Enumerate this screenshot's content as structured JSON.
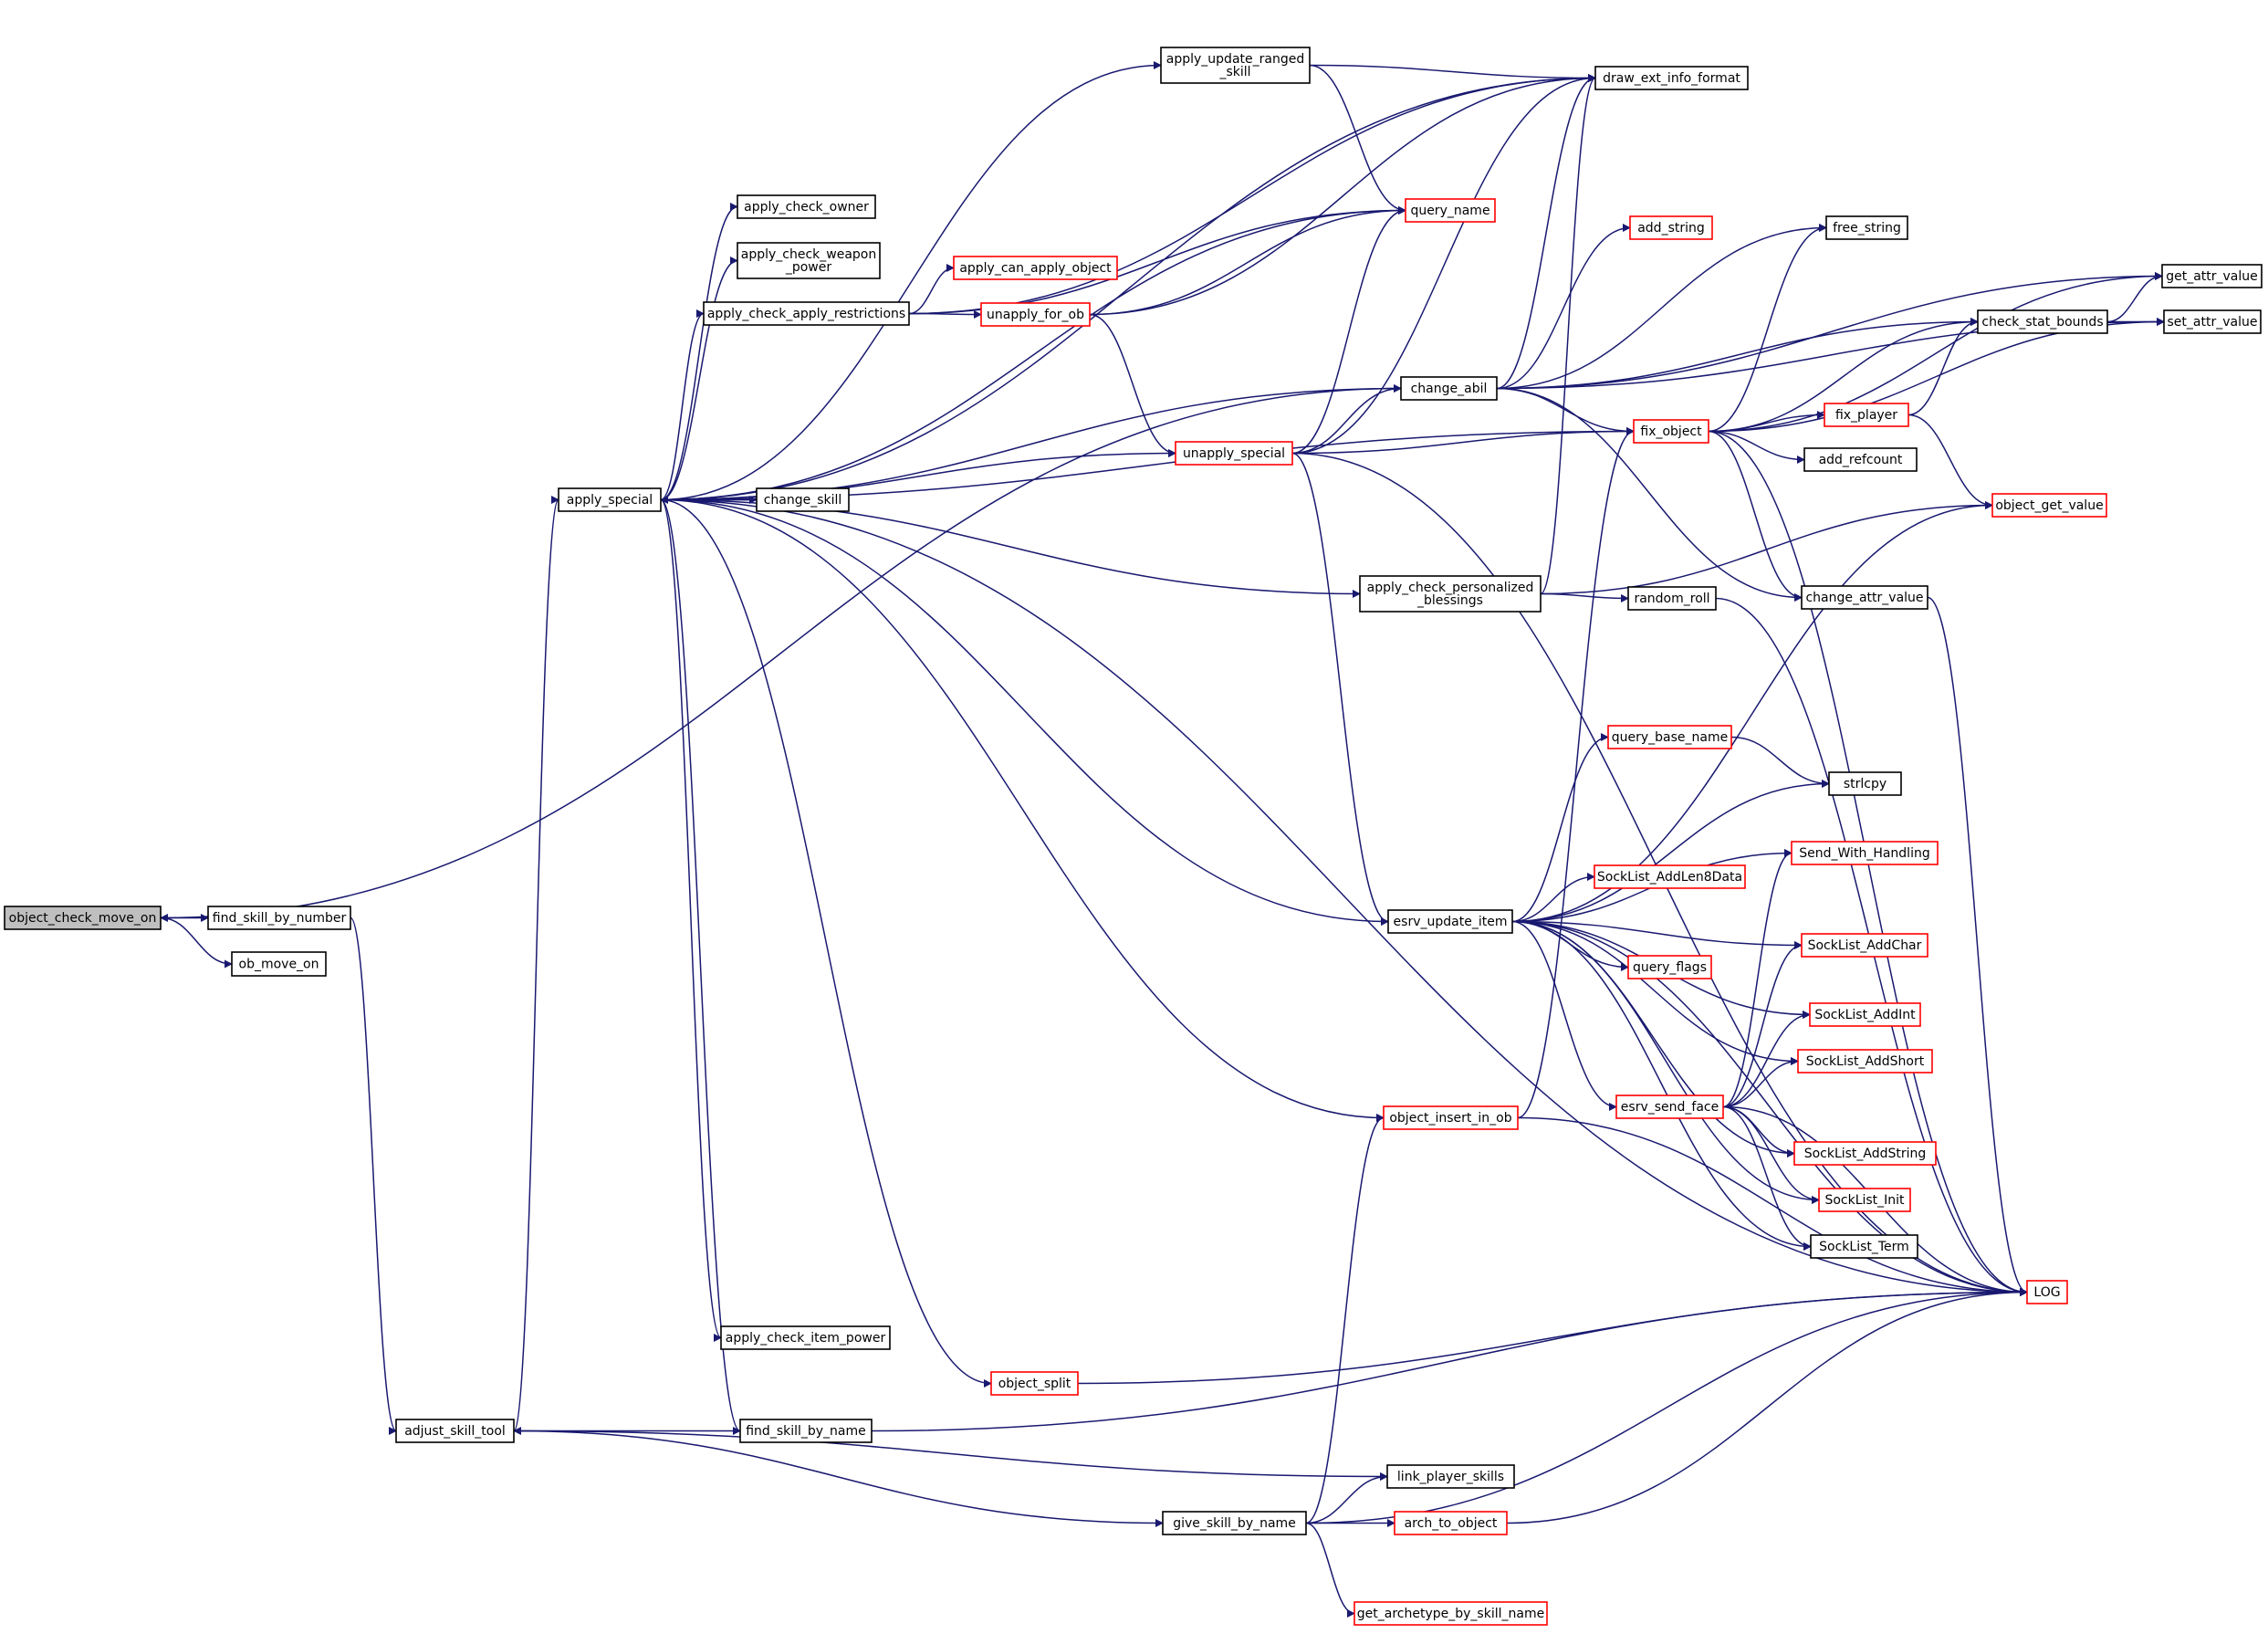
{
  "diagram": {
    "type": "call-graph",
    "colors": {
      "edge": "#191970",
      "node_border_documented": "#000000",
      "node_border_truncated": "#ff0000",
      "node_fill": "#ffffff",
      "node_fill_root": "#bfbfbf"
    },
    "nodes": [
      {
        "id": "object_check_move_on",
        "lines": [
          "object_check_move_on"
        ],
        "style": "root"
      },
      {
        "id": "find_skill_by_number",
        "lines": [
          "find_skill_by_number"
        ],
        "style": "normal"
      },
      {
        "id": "ob_move_on",
        "lines": [
          "ob_move_on"
        ],
        "style": "normal"
      },
      {
        "id": "adjust_skill_tool",
        "lines": [
          "adjust_skill_tool"
        ],
        "style": "normal"
      },
      {
        "id": "apply_special",
        "lines": [
          "apply_special"
        ],
        "style": "normal"
      },
      {
        "id": "apply_update_ranged_skill",
        "lines": [
          "apply_update_ranged",
          "_skill"
        ],
        "style": "normal"
      },
      {
        "id": "apply_check_owner",
        "lines": [
          "apply_check_owner"
        ],
        "style": "normal"
      },
      {
        "id": "apply_check_weapon_power",
        "lines": [
          "apply_check_weapon",
          "_power"
        ],
        "style": "normal"
      },
      {
        "id": "apply_check_apply_restrictions",
        "lines": [
          "apply_check_apply_restrictions"
        ],
        "style": "normal"
      },
      {
        "id": "change_skill",
        "lines": [
          "change_skill"
        ],
        "style": "normal"
      },
      {
        "id": "apply_check_item_power",
        "lines": [
          "apply_check_item_power"
        ],
        "style": "normal"
      },
      {
        "id": "find_skill_by_name",
        "lines": [
          "find_skill_by_name"
        ],
        "style": "normal"
      },
      {
        "id": "object_split",
        "lines": [
          "object_split"
        ],
        "style": "truncated"
      },
      {
        "id": "apply_can_apply_object",
        "lines": [
          "apply_can_apply_object"
        ],
        "style": "truncated"
      },
      {
        "id": "unapply_for_ob",
        "lines": [
          "unapply_for_ob"
        ],
        "style": "truncated"
      },
      {
        "id": "unapply_special",
        "lines": [
          "unapply_special"
        ],
        "style": "truncated"
      },
      {
        "id": "draw_ext_info_format",
        "lines": [
          "draw_ext_info_format"
        ],
        "style": "normal"
      },
      {
        "id": "query_name",
        "lines": [
          "query_name"
        ],
        "style": "truncated"
      },
      {
        "id": "change_abil",
        "lines": [
          "change_abil"
        ],
        "style": "normal"
      },
      {
        "id": "apply_check_personalized_blessings",
        "lines": [
          "apply_check_personalized",
          "_blessings"
        ],
        "style": "normal"
      },
      {
        "id": "esrv_update_item",
        "lines": [
          "esrv_update_item"
        ],
        "style": "normal"
      },
      {
        "id": "object_insert_in_ob",
        "lines": [
          "object_insert_in_ob"
        ],
        "style": "truncated"
      },
      {
        "id": "link_player_skills",
        "lines": [
          "link_player_skills"
        ],
        "style": "normal"
      },
      {
        "id": "give_skill_by_name",
        "lines": [
          "give_skill_by_name"
        ],
        "style": "normal"
      },
      {
        "id": "arch_to_object",
        "lines": [
          "arch_to_object"
        ],
        "style": "truncated"
      },
      {
        "id": "get_archetype_by_skill_name",
        "lines": [
          "get_archetype_by_skill_name"
        ],
        "style": "truncated"
      },
      {
        "id": "add_string",
        "lines": [
          "add_string"
        ],
        "style": "truncated"
      },
      {
        "id": "fix_object",
        "lines": [
          "fix_object"
        ],
        "style": "truncated"
      },
      {
        "id": "random_roll",
        "lines": [
          "random_roll"
        ],
        "style": "normal"
      },
      {
        "id": "query_base_name",
        "lines": [
          "query_base_name"
        ],
        "style": "truncated"
      },
      {
        "id": "SockList_AddLen8Data",
        "lines": [
          "SockList_AddLen8Data"
        ],
        "style": "truncated"
      },
      {
        "id": "query_flags",
        "lines": [
          "query_flags"
        ],
        "style": "truncated"
      },
      {
        "id": "esrv_send_face",
        "lines": [
          "esrv_send_face"
        ],
        "style": "truncated"
      },
      {
        "id": "free_string",
        "lines": [
          "free_string"
        ],
        "style": "normal"
      },
      {
        "id": "check_stat_bounds",
        "lines": [
          "check_stat_bounds"
        ],
        "style": "normal"
      },
      {
        "id": "fix_player",
        "lines": [
          "fix_player"
        ],
        "style": "truncated"
      },
      {
        "id": "add_refcount",
        "lines": [
          "add_refcount"
        ],
        "style": "normal"
      },
      {
        "id": "change_attr_value",
        "lines": [
          "change_attr_value"
        ],
        "style": "normal"
      },
      {
        "id": "strlcpy",
        "lines": [
          "strlcpy"
        ],
        "style": "normal"
      },
      {
        "id": "Send_With_Handling",
        "lines": [
          "Send_With_Handling"
        ],
        "style": "truncated"
      },
      {
        "id": "SockList_AddChar",
        "lines": [
          "SockList_AddChar"
        ],
        "style": "truncated"
      },
      {
        "id": "SockList_AddInt",
        "lines": [
          "SockList_AddInt"
        ],
        "style": "truncated"
      },
      {
        "id": "SockList_AddShort",
        "lines": [
          "SockList_AddShort"
        ],
        "style": "truncated"
      },
      {
        "id": "SockList_AddString",
        "lines": [
          "SockList_AddString"
        ],
        "style": "truncated"
      },
      {
        "id": "SockList_Init",
        "lines": [
          "SockList_Init"
        ],
        "style": "truncated"
      },
      {
        "id": "SockList_Term",
        "lines": [
          "SockList_Term"
        ],
        "style": "normal"
      },
      {
        "id": "get_attr_value",
        "lines": [
          "get_attr_value"
        ],
        "style": "normal"
      },
      {
        "id": "set_attr_value",
        "lines": [
          "set_attr_value"
        ],
        "style": "normal"
      },
      {
        "id": "object_get_value",
        "lines": [
          "object_get_value"
        ],
        "style": "truncated"
      },
      {
        "id": "LOG",
        "lines": [
          "LOG"
        ],
        "style": "truncated"
      }
    ],
    "edges": [
      [
        "object_check_move_on",
        "find_skill_by_number"
      ],
      [
        "object_check_move_on",
        "ob_move_on"
      ],
      [
        "change_abil",
        "object_check_move_on"
      ],
      [
        "find_skill_by_number",
        "adjust_skill_tool"
      ],
      [
        "adjust_skill_tool",
        "apply_special"
      ],
      [
        "adjust_skill_tool",
        "link_player_skills"
      ],
      [
        "adjust_skill_tool",
        "give_skill_by_name"
      ],
      [
        "apply_special",
        "apply_update_ranged_skill"
      ],
      [
        "apply_special",
        "draw_ext_info_format"
      ],
      [
        "apply_special",
        "query_name"
      ],
      [
        "apply_special",
        "apply_check_owner"
      ],
      [
        "apply_special",
        "apply_check_weapon_power"
      ],
      [
        "apply_special",
        "apply_check_apply_restrictions"
      ],
      [
        "apply_special",
        "change_abil"
      ],
      [
        "apply_special",
        "unapply_special"
      ],
      [
        "apply_special",
        "change_skill"
      ],
      [
        "change_skill",
        "apply_special"
      ],
      [
        "apply_special",
        "fix_object"
      ],
      [
        "apply_special",
        "apply_check_personalized_blessings"
      ],
      [
        "apply_special",
        "esrv_update_item"
      ],
      [
        "apply_special",
        "object_insert_in_ob"
      ],
      [
        "apply_special",
        "LOG"
      ],
      [
        "apply_special",
        "apply_check_item_power"
      ],
      [
        "apply_special",
        "object_split"
      ],
      [
        "apply_special",
        "find_skill_by_name"
      ],
      [
        "apply_update_ranged_skill",
        "draw_ext_info_format"
      ],
      [
        "apply_update_ranged_skill",
        "query_name"
      ],
      [
        "apply_check_apply_restrictions",
        "draw_ext_info_format"
      ],
      [
        "apply_check_apply_restrictions",
        "query_name"
      ],
      [
        "apply_check_apply_restrictions",
        "apply_can_apply_object"
      ],
      [
        "apply_check_apply_restrictions",
        "unapply_for_ob"
      ],
      [
        "unapply_for_ob",
        "query_name"
      ],
      [
        "unapply_for_ob",
        "draw_ext_info_format"
      ],
      [
        "unapply_for_ob",
        "unapply_special"
      ],
      [
        "unapply_special",
        "query_name"
      ],
      [
        "unapply_special",
        "draw_ext_info_format"
      ],
      [
        "unapply_special",
        "change_abil"
      ],
      [
        "unapply_special",
        "fix_object"
      ],
      [
        "unapply_special",
        "esrv_update_item"
      ],
      [
        "unapply_special",
        "LOG"
      ],
      [
        "change_abil",
        "draw_ext_info_format"
      ],
      [
        "change_abil",
        "add_string"
      ],
      [
        "change_abil",
        "free_string"
      ],
      [
        "change_abil",
        "get_attr_value"
      ],
      [
        "change_abil",
        "set_attr_value"
      ],
      [
        "change_abil",
        "check_stat_bounds"
      ],
      [
        "change_abil",
        "fix_object"
      ],
      [
        "change_abil",
        "change_attr_value"
      ],
      [
        "apply_check_personalized_blessings",
        "draw_ext_info_format"
      ],
      [
        "apply_check_personalized_blessings",
        "object_get_value"
      ],
      [
        "apply_check_personalized_blessings",
        "random_roll"
      ],
      [
        "random_roll",
        "LOG"
      ],
      [
        "fix_object",
        "free_string"
      ],
      [
        "fix_object",
        "get_attr_value"
      ],
      [
        "fix_object",
        "check_stat_bounds"
      ],
      [
        "fix_object",
        "set_attr_value"
      ],
      [
        "fix_object",
        "fix_player"
      ],
      [
        "fix_object",
        "add_refcount"
      ],
      [
        "fix_object",
        "change_attr_value"
      ],
      [
        "fix_object",
        "LOG"
      ],
      [
        "fix_player",
        "check_stat_bounds"
      ],
      [
        "fix_player",
        "object_get_value"
      ],
      [
        "check_stat_bounds",
        "get_attr_value"
      ],
      [
        "check_stat_bounds",
        "set_attr_value"
      ],
      [
        "change_attr_value",
        "LOG"
      ],
      [
        "esrv_update_item",
        "query_base_name"
      ],
      [
        "esrv_update_item",
        "strlcpy"
      ],
      [
        "esrv_update_item",
        "Send_With_Handling"
      ],
      [
        "esrv_update_item",
        "SockList_AddLen8Data"
      ],
      [
        "esrv_update_item",
        "SockList_AddChar"
      ],
      [
        "esrv_update_item",
        "query_flags"
      ],
      [
        "esrv_update_item",
        "SockList_AddInt"
      ],
      [
        "esrv_update_item",
        "SockList_AddShort"
      ],
      [
        "esrv_update_item",
        "esrv_send_face"
      ],
      [
        "esrv_update_item",
        "SockList_AddString"
      ],
      [
        "esrv_update_item",
        "SockList_Init"
      ],
      [
        "esrv_update_item",
        "SockList_Term"
      ],
      [
        "esrv_update_item",
        "object_get_value"
      ],
      [
        "esrv_update_item",
        "LOG"
      ],
      [
        "query_base_name",
        "strlcpy"
      ],
      [
        "esrv_send_face",
        "Send_With_Handling"
      ],
      [
        "esrv_send_face",
        "SockList_AddChar"
      ],
      [
        "esrv_send_face",
        "SockList_AddInt"
      ],
      [
        "esrv_send_face",
        "SockList_AddShort"
      ],
      [
        "esrv_send_face",
        "SockList_AddString"
      ],
      [
        "esrv_send_face",
        "SockList_Init"
      ],
      [
        "esrv_send_face",
        "SockList_Term"
      ],
      [
        "esrv_send_face",
        "LOG"
      ],
      [
        "object_insert_in_ob",
        "fix_object"
      ],
      [
        "object_insert_in_ob",
        "LOG"
      ],
      [
        "object_split",
        "LOG"
      ],
      [
        "find_skill_by_name",
        "adjust_skill_tool"
      ],
      [
        "find_skill_by_name",
        "LOG"
      ],
      [
        "give_skill_by_name",
        "link_player_skills"
      ],
      [
        "give_skill_by_name",
        "arch_to_object"
      ],
      [
        "give_skill_by_name",
        "get_archetype_by_skill_name"
      ],
      [
        "give_skill_by_name",
        "object_insert_in_ob"
      ],
      [
        "give_skill_by_name",
        "LOG"
      ],
      [
        "arch_to_object",
        "LOG"
      ]
    ]
  }
}
